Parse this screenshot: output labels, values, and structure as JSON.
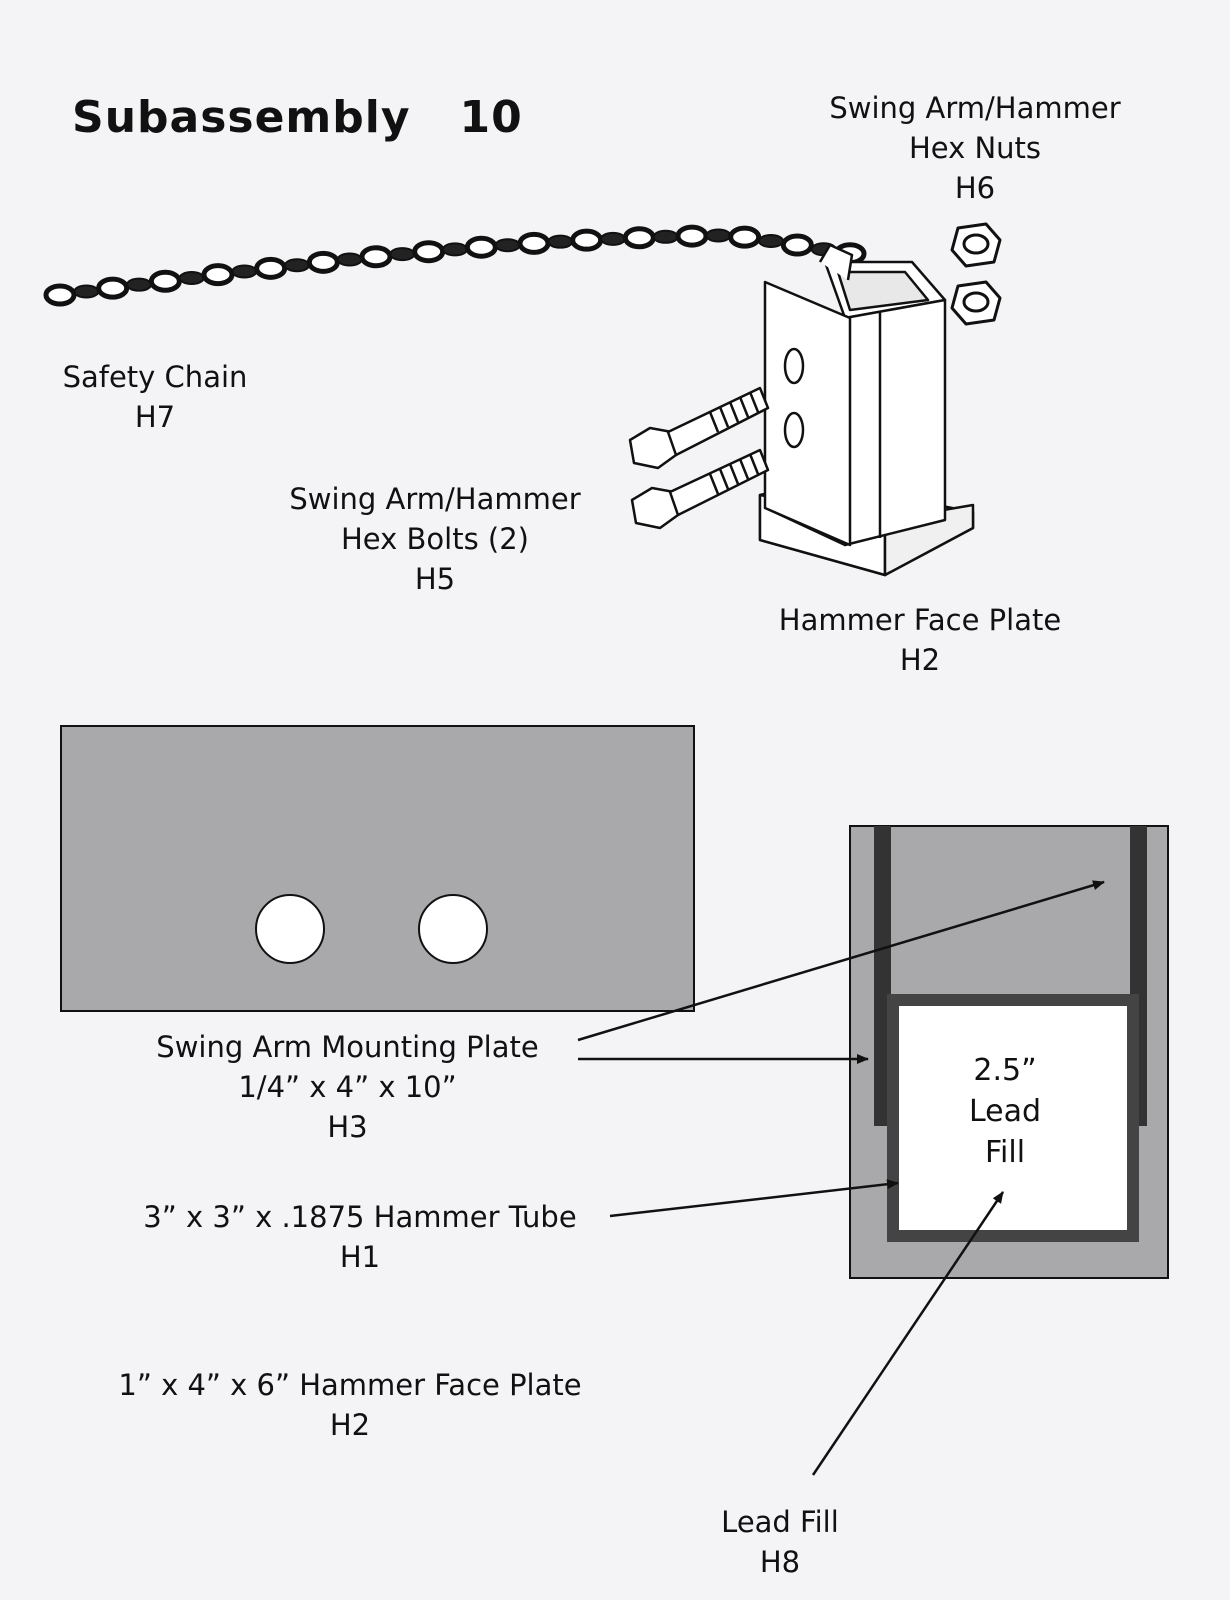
{
  "title": "Subassembly   10",
  "parts": {
    "hex_nuts": {
      "name_line1": "Swing Arm/Hammer",
      "name_line2": "Hex Nuts",
      "code": "H6"
    },
    "safety_chain": {
      "name": "Safety Chain",
      "code": "H7"
    },
    "hex_bolts": {
      "name_line1": "Swing Arm/Hammer",
      "name_line2": "Hex Bolts (2)",
      "code": "H5"
    },
    "face_plate_top": {
      "name": "Hammer Face Plate",
      "code": "H2"
    },
    "mounting_plate": {
      "name": "Swing Arm Mounting Plate",
      "dims": "1/4” x 4” x 10”",
      "code": "H3"
    },
    "hammer_tube": {
      "name": "3” x 3” x .1875 Hammer Tube",
      "code": "H1"
    },
    "face_plate_bottom": {
      "name": "1” x 4” x 6” Hammer Face Plate",
      "code": "H2"
    },
    "lead_fill": {
      "name": "Lead Fill",
      "code": "H8"
    }
  },
  "section_label": {
    "line1": "2.5”",
    "line2": "Lead",
    "line3": "Fill"
  },
  "colors": {
    "plate_fill": "#a9a9ab",
    "tube_wall": "#333333",
    "line": "#111111"
  }
}
